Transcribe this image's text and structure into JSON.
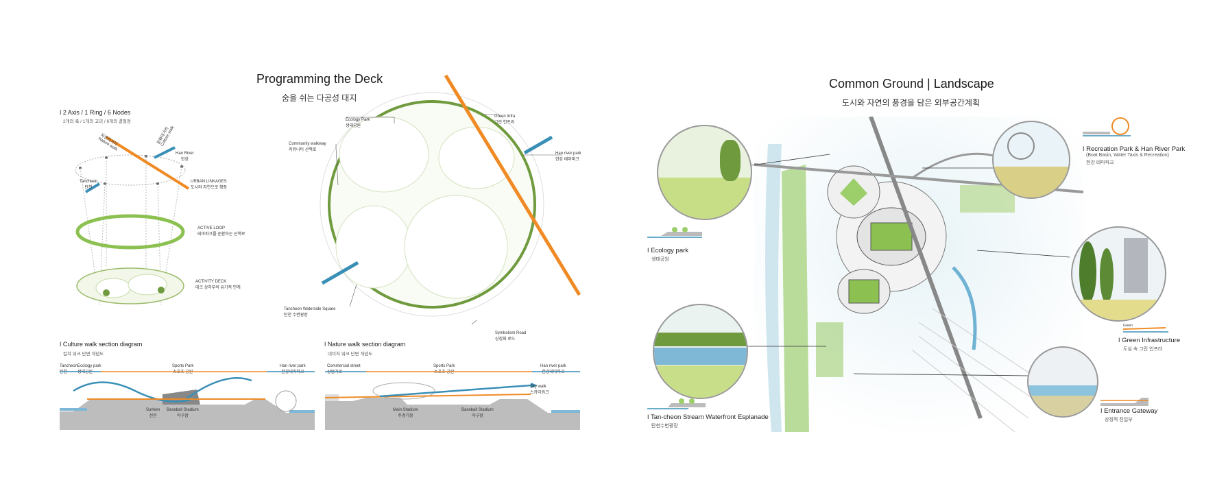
{
  "left": {
    "title": "Programming the Deck",
    "subtitle": "숨을 쉬는 다공성 대지",
    "axis": {
      "heading": "2 Axis / 1 Ring / 6 Nodes",
      "sub": "2개의 축 / 1개의 고리 / 6개의 결절점",
      "culture_walk": "문화의거리",
      "culture_walk_en": "Culture walk",
      "nature_walk": "자연의거리",
      "nature_walk_en": "Nature walk",
      "han_river": "Han River",
      "han_river_kr": "한강",
      "tancheon": "Tancheon",
      "tancheon_kr": "탄천",
      "urban_linkages": "URBAN LINKAGES",
      "urban_linkages_kr": "도시와 자연으로 확장",
      "active_loop": "ACTIVE LOOP",
      "active_loop_kr": "테마파크를 순환하는 산책로",
      "activity_deck": "ACTIVITY DECK",
      "activity_deck_kr": "데크 상하부의 유기적 연계"
    },
    "plan": {
      "ecology_park": "Ecology Park",
      "ecology_park_kr": "생태공원",
      "green_infra": "Green Infra",
      "green_infra_kr": "그린 인프라",
      "community_walkway": "Community walkway",
      "community_walkway_kr": "커뮤니티 산책로",
      "han_river_park": "Han river park",
      "han_river_park_kr": "한강 테마파크",
      "tancheon_square": "Tancheon Waterside Square",
      "tancheon_square_kr": "탄천 수변광장",
      "symbolism_road": "Symbolism Road",
      "symbolism_road_kr": "상징화 로드"
    },
    "culture_section": {
      "heading": "Culture walk section diagram",
      "sub": "컬쳐 워크 단면 개념도",
      "tancheon": "Tancheon",
      "tancheon_kr": "탄천",
      "ecology_park": "Ecology park",
      "ecology_park_kr": "생태공원",
      "sports_park": "Sports Park",
      "sports_park_kr": "스포츠 공원",
      "han_river_park": "Han river park",
      "han_river_park_kr": "한강테마파크",
      "sunken": "Sunken",
      "sunken_kr": "선큰",
      "baseball": "Baseball Stadium",
      "baseball_kr": "야구장"
    },
    "nature_section": {
      "heading": "Nature walk section diagram",
      "sub": "네이처 워크 단면 개념도",
      "commercial": "Commercial street",
      "commercial_kr": "상업가로",
      "sports_park": "Sports Park",
      "sports_park_kr": "스포츠 공원",
      "han_river_park": "Han river park",
      "han_river_park_kr": "한강테마파크",
      "sky_walk": "Sky walk",
      "sky_walk_kr": "스카이워크",
      "main_stadium": "Main Stadium",
      "main_stadium_kr": "주경기장",
      "baseball": "Baseball Stadium",
      "baseball_kr": "야구장"
    }
  },
  "right": {
    "title": "Common Ground | Landscape",
    "subtitle": "도시와 자연의 풍경을 담은 외부공간계획",
    "callouts": {
      "ecology_park": "Ecology park",
      "ecology_park_kr": "생태공원",
      "recreation_park": "Recreation Park & Han River Park",
      "recreation_park_sub": "(Boat Basin, Water Taxis & Recreation)",
      "recreation_park_kr": "한강 테마파크",
      "green_infra": "Green Infrastructure",
      "green_infra_kr": "도심 속 그린 인프라",
      "entrance": "Entrance Gateway",
      "entrance_kr": "상징적 진입부",
      "tancheon": "Tan-cheon Stream Waterfront Esplanade",
      "tancheon_kr": "탄천수변광장",
      "green_infra_small": "Green"
    }
  },
  "colors": {
    "orange": "#f08a24",
    "blue": "#3a8fb7",
    "green": "#6f9a3e",
    "lightgreen": "#8cc152",
    "gray": "#9e9e9e"
  }
}
